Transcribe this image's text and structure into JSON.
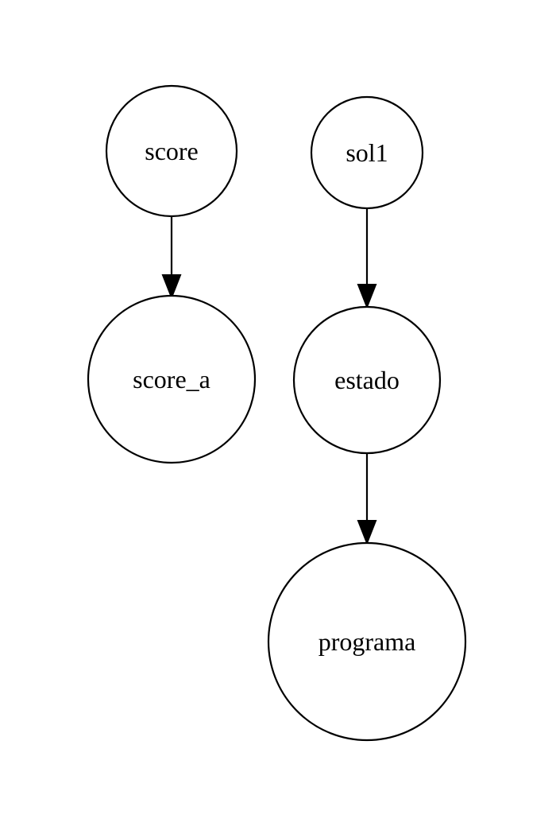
{
  "nodes": [
    {
      "id": "score",
      "label": "score"
    },
    {
      "id": "score_a",
      "label": "score_a"
    },
    {
      "id": "sol1",
      "label": "sol1"
    },
    {
      "id": "estado",
      "label": "estado"
    },
    {
      "id": "programa",
      "label": "programa"
    }
  ],
  "edges": [
    {
      "from": "score",
      "to": "score_a"
    },
    {
      "from": "sol1",
      "to": "estado"
    },
    {
      "from": "estado",
      "to": "programa"
    }
  ]
}
